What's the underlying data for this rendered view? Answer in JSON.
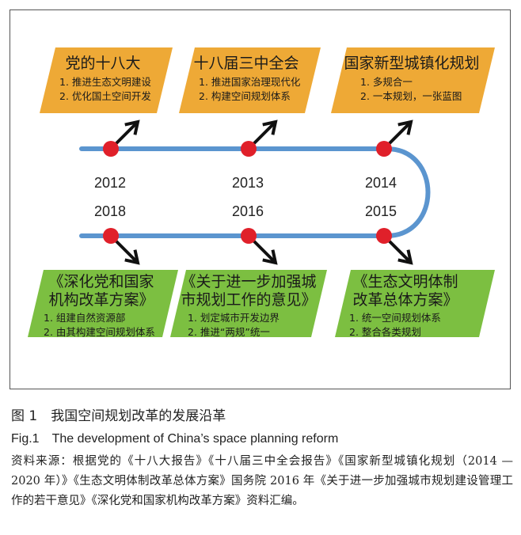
{
  "top_boxes": [
    {
      "title": [
        "党的十八大"
      ],
      "items": [
        "1. 推进生态文明建设",
        "2. 优化国土空间开发"
      ]
    },
    {
      "title": [
        "十八届三中全会"
      ],
      "items": [
        "1. 推进国家治理现代化",
        "2. 构建空间规划体系"
      ]
    },
    {
      "title": [
        "国家新型城镇化规划"
      ],
      "items": [
        "1. 多规合一",
        "2. 一本规划，一张蓝图"
      ]
    }
  ],
  "bottom_boxes": [
    {
      "title": [
        "《深化党和国家",
        "机构改革方案》"
      ],
      "items": [
        "1. 组建自然资源部",
        "2. 由其构建空间规划体系"
      ]
    },
    {
      "title": [
        "《关于进一步加强城",
        "市规划工作的意见》"
      ],
      "items": [
        "1. 划定城市开发边界",
        "2. 推进“两规”统一"
      ]
    },
    {
      "title": [
        "《生态文明体制",
        "改革总体方案》"
      ],
      "items": [
        "1. 统一空间规划体系",
        "2. 整合各类规划"
      ]
    }
  ],
  "years_top": [
    "2012",
    "2013",
    "2014"
  ],
  "years_bottom": [
    "2018",
    "2016",
    "2015"
  ],
  "caption": {
    "cn": "图 1　我国空间规划改革的发展沿革",
    "en": "Fig.1　The development of China’s space planning reform"
  },
  "source": "资料来源：根据党的《十八大报告》《十八届三中全会报告》《国家新型城镇化规划（2014 — 2020 年）》《生态文明体制改革总体方案》国务院 2016 年《关于进一步加强城市规划建设管理工作的若干意见》《深化党和国家机构改革方案》资料汇编。",
  "colors": {
    "top_box": "#eea936",
    "bottom_box": "#7cbf41",
    "timeline": "#5b95cf",
    "node": "#e0202a",
    "arrow": "#111111"
  }
}
